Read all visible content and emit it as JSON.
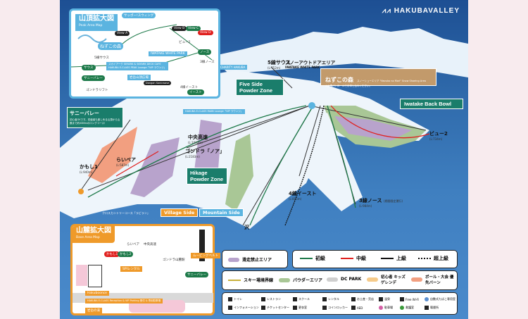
{
  "logo": "HAKUBAVALLEY",
  "colors": {
    "beginner": "#1e7a4a",
    "intermediate": "#e0201e",
    "advanced": "#111111",
    "no_ski": "#b8a3cc",
    "powder": "#a9c796",
    "dc_park": "#cfcfcf",
    "kids": "#f6cb8a",
    "pole": "#f29f80",
    "teal": "#1a7d6b",
    "peak_border": "#5bb4e0",
    "base_border": "#ef9a2a"
  },
  "peak_inset": {
    "title": "山頂拡大図",
    "subtitle": "Peak Area Map",
    "labels": [
      "サッポー!スウィング",
      "View A",
      "View B",
      "View C",
      "View D",
      "ねずこの森",
      "IWATAKE WHITE PARK",
      "ビュー2",
      "5線サウス",
      "3線ノース",
      "スカイアーク SKYARK & SKYARK DECK CAFE HAKUBA E-CLASS PEAK Lounge「VIP ラウンジ」",
      "サウス",
      "サニーバレー",
      "岩岳山頂広場",
      "ゴンドラリフト",
      "Dangan Sonicwave",
      "4線イースト",
      "イースト",
      "ノース"
    ]
  },
  "base_inset": {
    "title": "山麓拡大図",
    "subtitle": "Base Area Map",
    "labels": [
      "らいベア",
      "中央高速",
      "かもし1",
      "かもし2",
      "ゴンドラ山麓駅",
      "ムービングベルト",
      "SPIレンタル",
      "サニーバレー",
      "Hakuboonce",
      "HAKUBA E-CLASS Reception & VIP Parking 受付 & 専用駐車場",
      "岩岳の湯"
    ]
  },
  "map": {
    "zones": {
      "five_side": "Five Side Powder Zone",
      "iwatake_back": "Iwatake Back Bowl",
      "hikage": "Hikage Powder Zone",
      "village": "Village Side",
      "mountain": "Mountain Side"
    },
    "sunny_valley": {
      "title": "サニーバレー",
      "desc": "初心者OKです。初級者も楽しめる山頂から山麓まで約3300mのロングコース!"
    },
    "nezuko": {
      "title": "ねずこの森",
      "sub": "スノーシューエリア \"Nezuko no Mori\" Snow Shoeing Area",
      "desc": "※山頂パトロールでお申し込みください。"
    },
    "lifts": [
      {
        "name": "5線サウス",
        "elev": "(L:752m)"
      },
      {
        "name": "ビュー2",
        "elev": "(L:734m)"
      },
      {
        "name": "中央高速",
        "elev": "(L:1062m)"
      },
      {
        "name": "ゴンドラ「ノア」",
        "elev": "(L:2183m)"
      },
      {
        "name": "かもし1",
        "elev": "(L:940m)"
      },
      {
        "name": "らいベア",
        "elev": "(L:587m)"
      },
      {
        "name": "4線イースト",
        "elev": "(L:815m)"
      },
      {
        "name": "3線ノース",
        "elev": "(L:984m)",
        "note": "(期間限定運行)"
      },
      {
        "name": "沢",
        "elev": ""
      }
    ],
    "places": {
      "snow_outdoor": "スノーアウトドアエリア",
      "white_park": "IWATAKE WHITE PARK",
      "charity": "CHARITY HAKUBA",
      "main_lounge": "HAKUBA E-CLASS MAIN Lounge「VIP ラウンジ」",
      "xc": "クロスカントリーコース「ラビラン」"
    }
  },
  "legend": {
    "no_ski": "滑走禁止エリア",
    "beginner": "初級",
    "intermediate": "中級",
    "advanced": "上級",
    "expert": "超上級",
    "boundary": "スキー場境界線",
    "powder": "パウダーエリア",
    "dc_park": "DC PARK",
    "kids": "初心者 キッズゲレンデ",
    "pole": "ポール・大会 優先バーン",
    "icons_row1": [
      "トイレ",
      "レストラン",
      "スクール",
      "レンタル",
      "お土産・売店",
      "温泉",
      "Free Wi-Fi",
      "自動式たばこ専用室"
    ],
    "icons_row2": [
      "インフォメーション",
      "チケットセンター",
      "更衣室",
      "コインロッカー",
      "AED",
      "駐車場",
      "救護室",
      "喫煙所"
    ]
  }
}
